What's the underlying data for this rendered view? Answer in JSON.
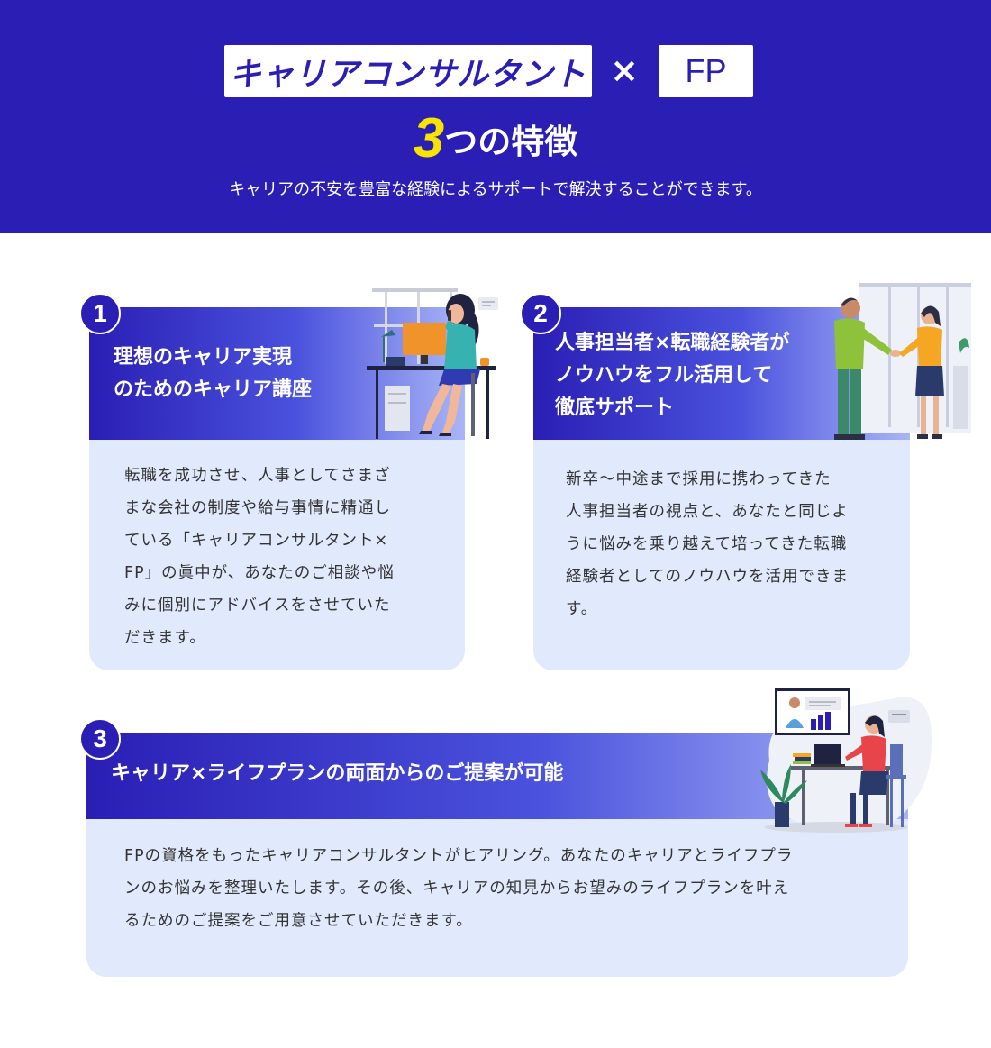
{
  "hero": {
    "tag_left": "キャリアコンサルタント",
    "times_symbol": "×",
    "tag_right": "FP",
    "title_number": "3",
    "title_text": "つの特徴",
    "subtitle": "キャリアの不安を豊富な経験によるサポートで解決することができます。"
  },
  "features": [
    {
      "number": "1",
      "title_lines": [
        "理想のキャリア実現",
        "のためのキャリア講座"
      ],
      "body_lines": [
        "転職を成功させ、人事としてさまざ",
        "まな会社の制度や給与事情に精通し",
        "ている「キャリアコンサルタント×",
        "FP」の眞中が、あなたのご相談や悩",
        "みに個別にアドバイスをさせていた",
        "だきます。"
      ]
    },
    {
      "number": "2",
      "title_lines": [
        "人事担当者×転職経験者が",
        "ノウハウをフル活用して",
        "徹底サポート"
      ],
      "body_lines": [
        "新卒〜中途まで採用に携わってきた",
        "人事担当者の視点と、あなたと同じよ",
        "うに悩みを乗り越えて培ってきた転職",
        "経験者としてのノウハウを活用できま",
        "す。"
      ]
    },
    {
      "number": "3",
      "title_lines": [
        "キャリア×ライフプランの両面からのご提案が可能"
      ],
      "body_lines": [
        "FPの資格をもったキャリアコンサルタントがヒアリング。あなたのキャリアとライフプラ",
        "ンのお悩みを整理いたします。その後、キャリアの知見からお望みのライフプランを叶え",
        "るためのご提案をご用意させていただきます。"
      ]
    }
  ],
  "colors": {
    "brand_navy": "#2a1eb4",
    "accent_yellow": "#f7e500",
    "card_bg": "#e1e9fc"
  }
}
